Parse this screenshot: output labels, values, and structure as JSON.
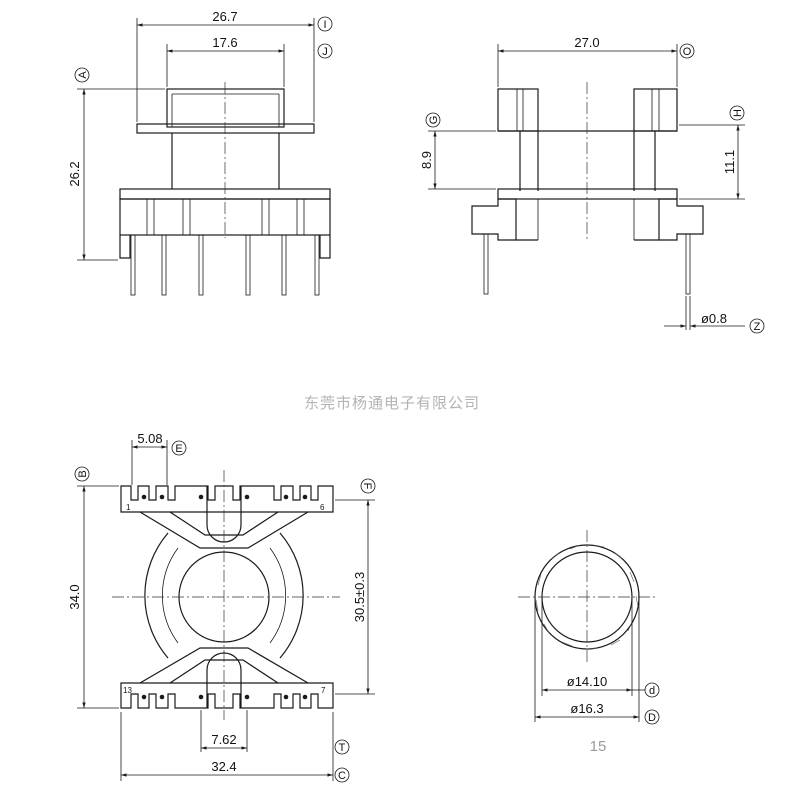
{
  "watermark": "东莞市杨通电子有限公司",
  "page_number": "15",
  "front_view": {
    "dims": {
      "overall_width": "26.7",
      "top_width": "17.6",
      "height": "26.2"
    },
    "markers": {
      "a": "A",
      "i": "I",
      "j": "J"
    }
  },
  "side_view": {
    "dims": {
      "width": "27.0",
      "upper_gap": "8.9",
      "core_height": "11.1",
      "pin_dia": "ø0.8"
    },
    "markers": {
      "o": "O",
      "g": "G",
      "h": "H",
      "z": "Z"
    }
  },
  "bottom_view": {
    "dims": {
      "pin_pitch_top": "5.08",
      "height": "34.0",
      "inner_height": "30.5±0.3",
      "pin_pitch_bottom": "7.62",
      "width": "32.4"
    },
    "markers": {
      "e": "E",
      "b": "B",
      "f": "F",
      "t": "T",
      "c": "C"
    },
    "pin_labels": {
      "p1": "1",
      "p6": "6",
      "p13": "13",
      "p7": "7"
    }
  },
  "round_view": {
    "dims": {
      "inner_dia": "ø14.10",
      "outer_dia": "ø16.3"
    },
    "markers": {
      "d_lower": "d",
      "d_upper": "D"
    }
  }
}
